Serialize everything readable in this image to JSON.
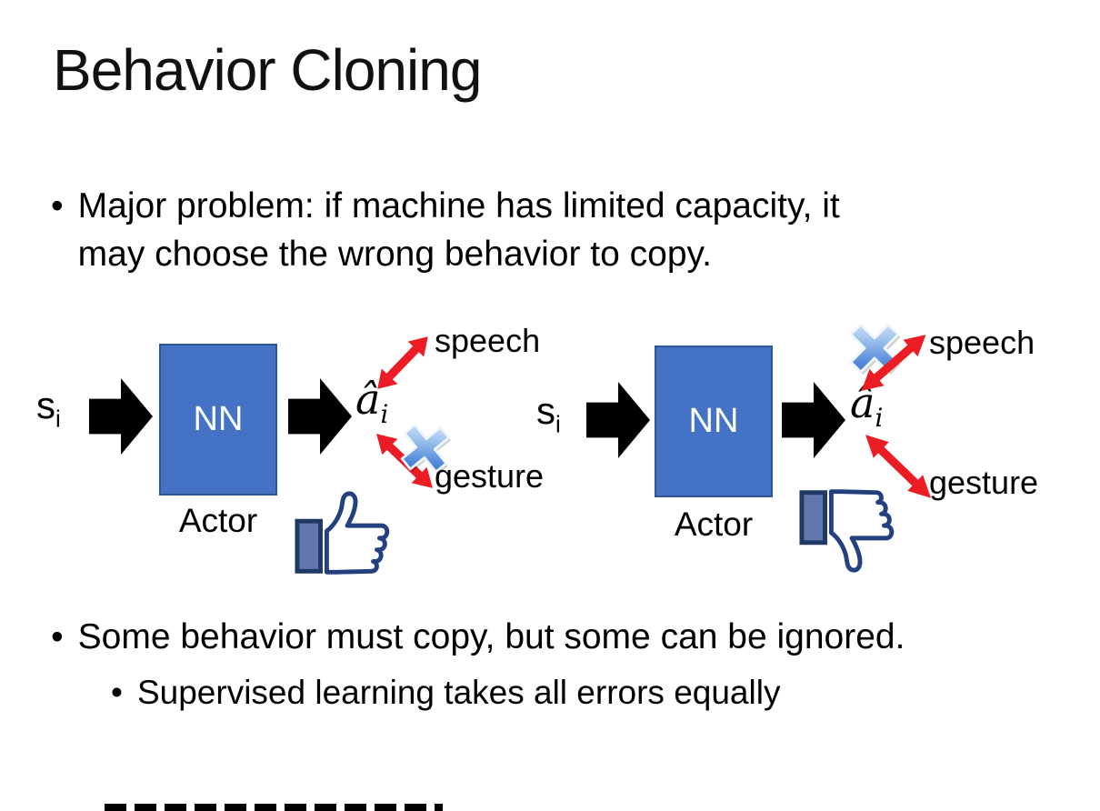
{
  "slide": {
    "title": "Behavior Cloning",
    "bullet_glyph": "•",
    "bullet1_line1": "Major problem: if machine has limited capacity, it",
    "bullet1_line2": "may choose the wrong behavior to copy.",
    "bullet2": "Some behavior must copy, but some can be ignored.",
    "sub_bullet": "Supervised learning takes all errors equally"
  },
  "diagrams": [
    {
      "input_label": "s",
      "input_subscript": "i",
      "box_label": "NN",
      "box_caption": "Actor",
      "output_label": "â",
      "output_subscript": "i",
      "branch_top": "speech",
      "branch_bottom": "gesture",
      "crossed_branch": "gesture",
      "feedback": "thumbs-up"
    },
    {
      "input_label": "s",
      "input_subscript": "i",
      "box_label": "NN",
      "box_caption": "Actor",
      "output_label": "â",
      "output_subscript": "i",
      "branch_top": "speech",
      "branch_bottom": "gesture",
      "crossed_branch": "speech",
      "feedback": "thumbs-down"
    }
  ],
  "colors": {
    "background": "#FFFFFF",
    "text": "#000000",
    "nn_box_fill": "#4472C4",
    "nn_box_border": "#2F5597",
    "block_arrow": "#000000",
    "branch_arrow_red": "#EC1C24",
    "cross_blue": "#4D86D8",
    "thumb_outline": "#24407F",
    "thumb_cuff": "#6176AC"
  }
}
